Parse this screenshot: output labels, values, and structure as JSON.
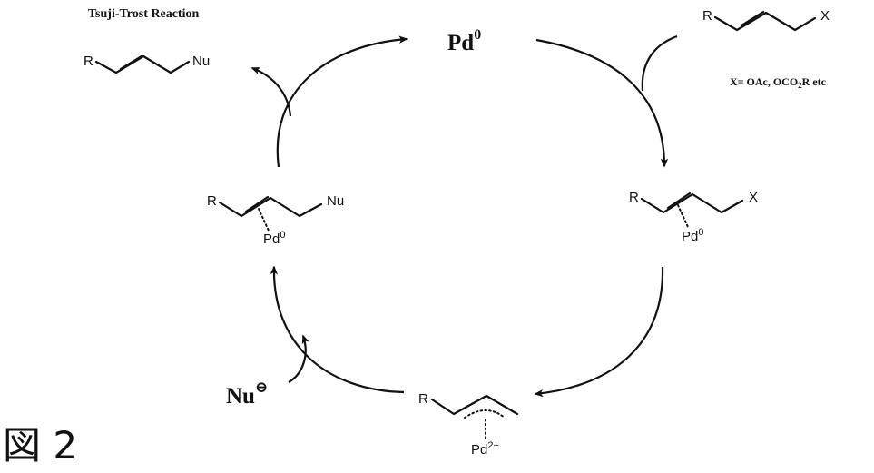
{
  "title": "Tsuji-Trost Reaction",
  "figure_label": "図 2",
  "catalyst": {
    "symbol": "Pd",
    "superscript": "0"
  },
  "leaving_group_note": {
    "prefix": "X= OAc, OCO",
    "sub": "2",
    "suffix": "R etc"
  },
  "nucleophile": {
    "symbol": "Nu",
    "charge": "⊖"
  },
  "atoms": {
    "R": "R",
    "X": "X",
    "Nu": "Nu",
    "Pd": "Pd",
    "pd0_charge": "0",
    "pd2_charge": "2+"
  }
}
